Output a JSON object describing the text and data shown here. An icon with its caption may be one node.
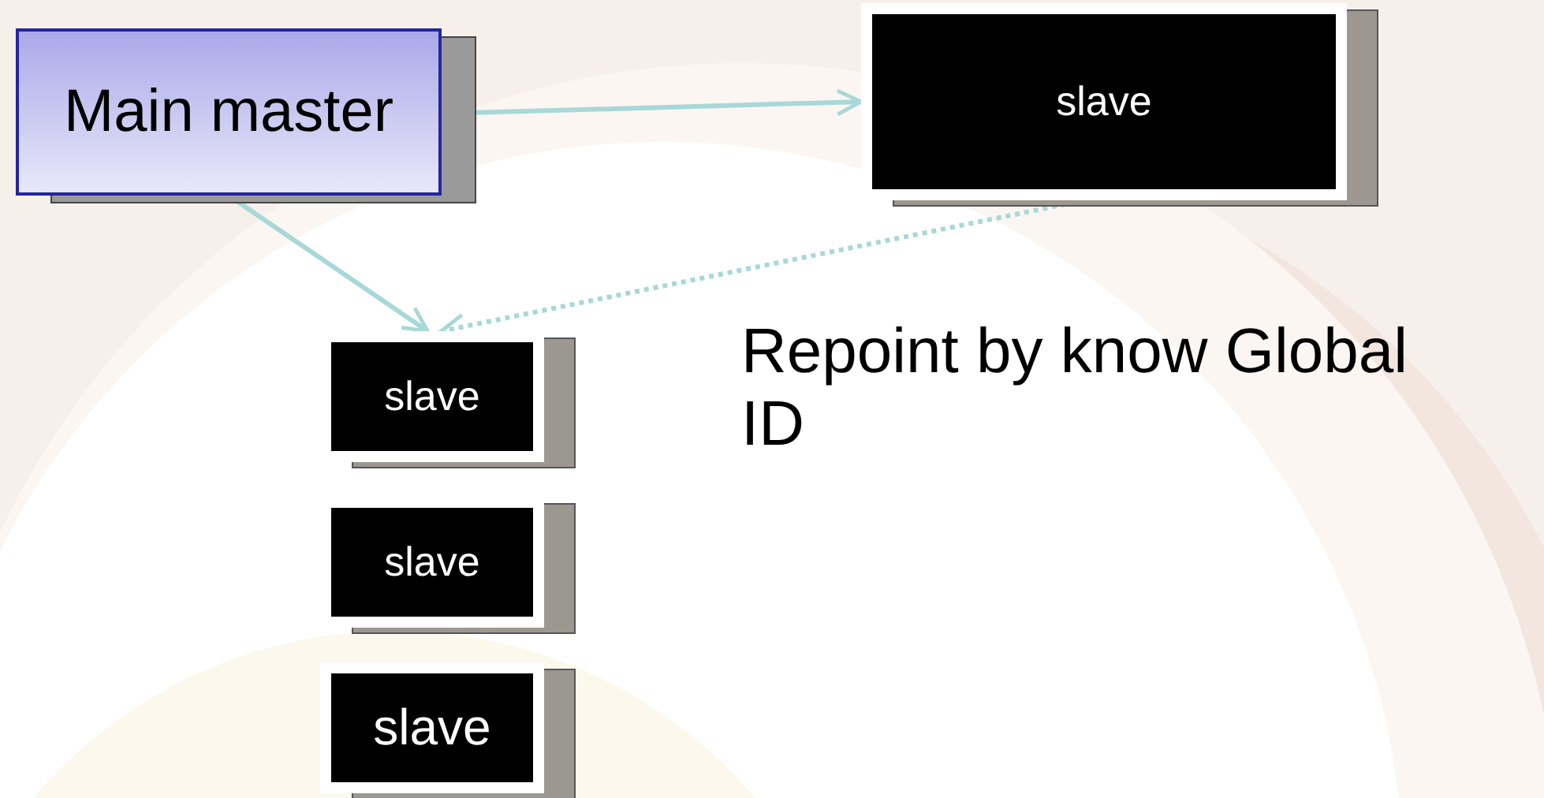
{
  "diagram": {
    "nodes": [
      {
        "text": [
          "Main master"
        ]
      },
      {
        "text": [
          "slave"
        ]
      },
      {
        "text": [
          "slave"
        ]
      },
      {
        "text": [
          "slave"
        ]
      },
      {
        "text": [
          "slave"
        ]
      }
    ],
    "edges": [
      {
        "from": 0,
        "to": 1,
        "arrow": "to"
      },
      {
        "from": 0,
        "to": 2,
        "arrow": "to"
      },
      {
        "from": 1,
        "to": 2,
        "arrow": "to",
        "style": "dashed"
      }
    ],
    "labels": [
      "Repoint by know Global ID"
    ]
  }
}
